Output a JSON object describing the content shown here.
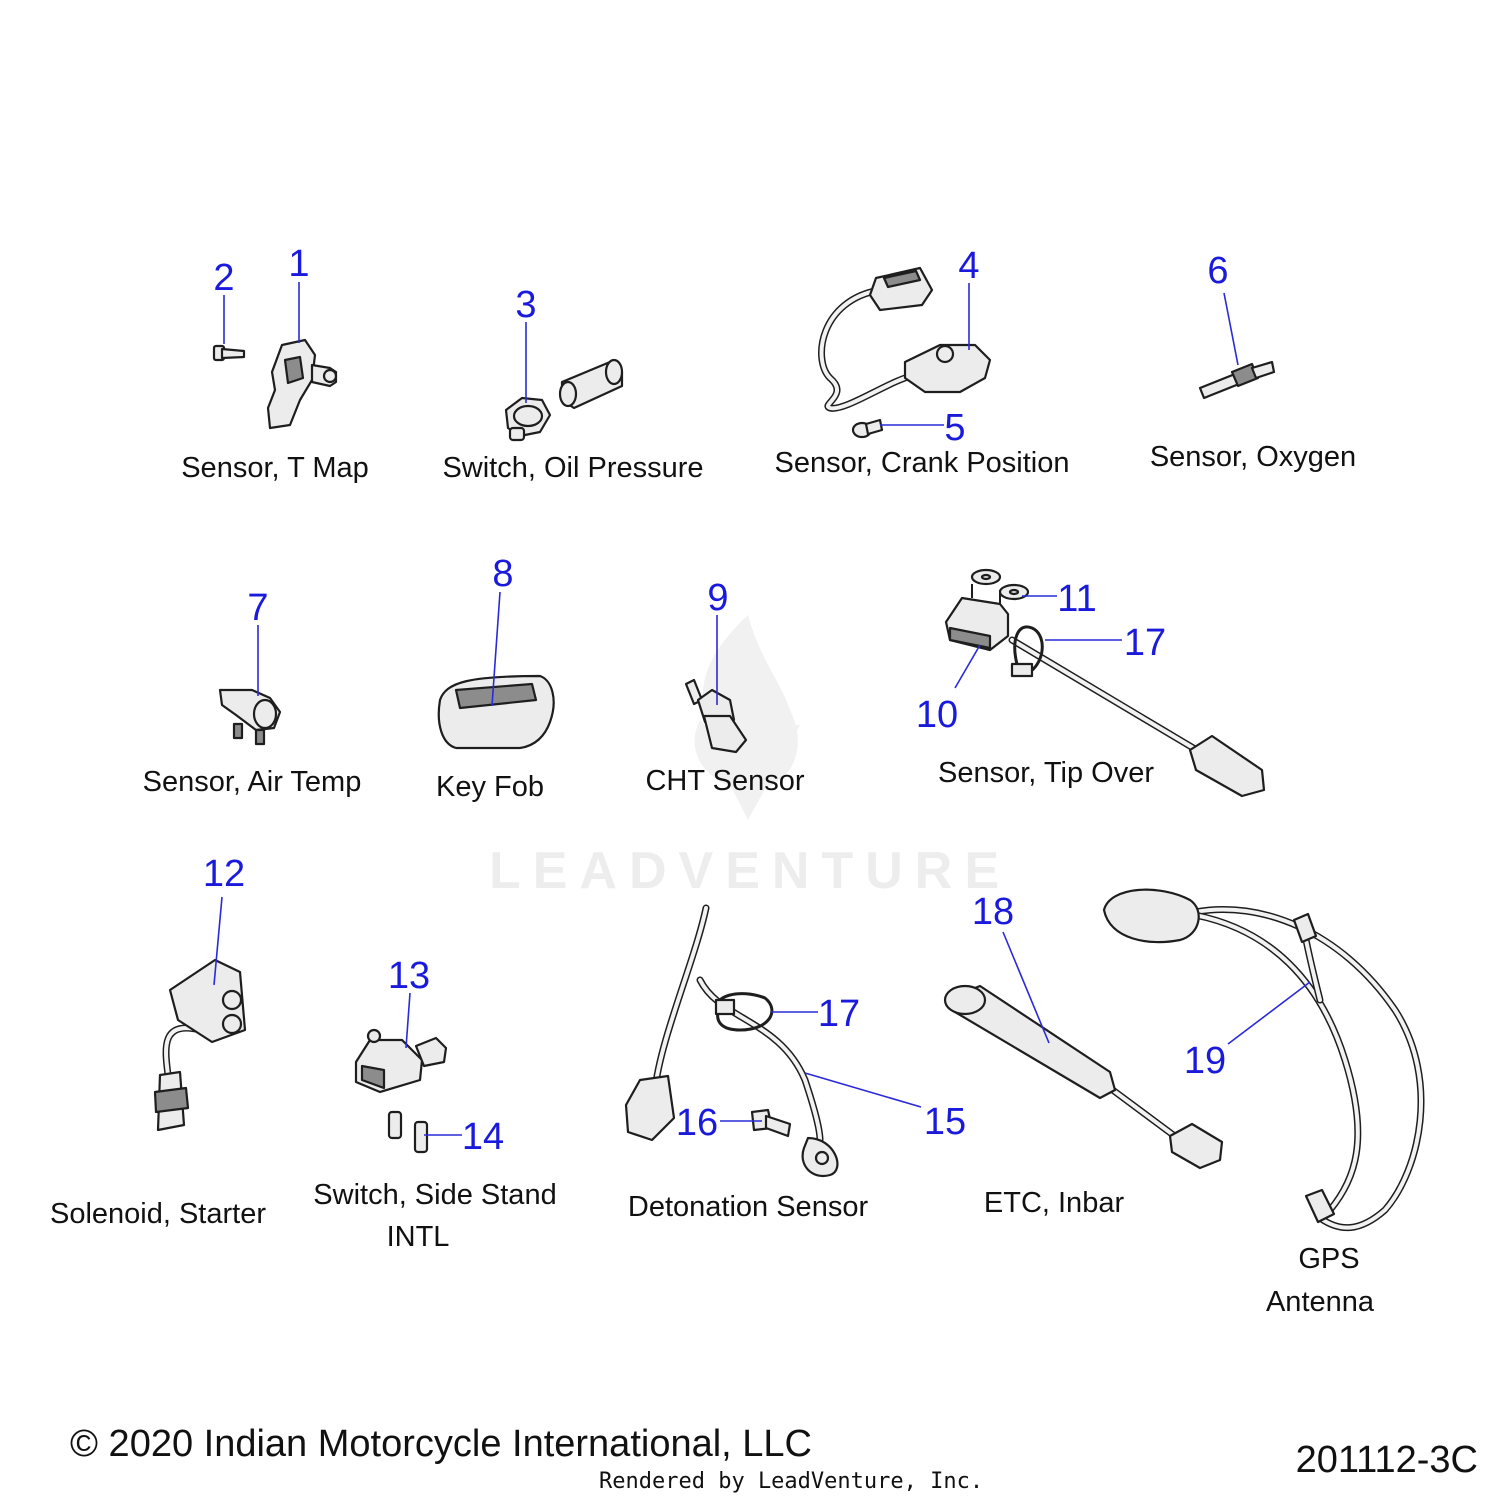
{
  "diagram": {
    "callouts": [
      {
        "id": "c1",
        "number": "1"
      },
      {
        "id": "c2",
        "number": "2"
      },
      {
        "id": "c3",
        "number": "3"
      },
      {
        "id": "c4",
        "number": "4"
      },
      {
        "id": "c5",
        "number": "5"
      },
      {
        "id": "c6",
        "number": "6"
      },
      {
        "id": "c7",
        "number": "7"
      },
      {
        "id": "c8",
        "number": "8"
      },
      {
        "id": "c9",
        "number": "9"
      },
      {
        "id": "c10",
        "number": "10"
      },
      {
        "id": "c11",
        "number": "11"
      },
      {
        "id": "c12",
        "number": "12"
      },
      {
        "id": "c13",
        "number": "13"
      },
      {
        "id": "c14",
        "number": "14"
      },
      {
        "id": "c15",
        "number": "15"
      },
      {
        "id": "c16",
        "number": "16"
      },
      {
        "id": "c17a",
        "number": "17"
      },
      {
        "id": "c17b",
        "number": "17"
      },
      {
        "id": "c18",
        "number": "18"
      },
      {
        "id": "c19",
        "number": "19"
      }
    ],
    "labels": {
      "t_map": "Sensor, T Map",
      "oil_pressure": "Switch, Oil Pressure",
      "crank_position": "Sensor, Crank Position",
      "oxygen": "Sensor, Oxygen",
      "air_temp": "Sensor, Air Temp",
      "key_fob": "Key Fob",
      "cht": "CHT Sensor",
      "tip_over": "Sensor, Tip Over",
      "solenoid": "Solenoid, Starter",
      "side_stand_1": "Switch, Side Stand",
      "side_stand_2": "INTL",
      "detonation": "Detonation Sensor",
      "etc_inbar": "ETC, Inbar",
      "gps_1": "GPS",
      "gps_2": "Antenna"
    },
    "watermark": "LEADVENTURE",
    "copyright": "© 2020 Indian Motorcycle International, LLC",
    "rendered_by": "Rendered by LeadVenture, Inc.",
    "diagram_id": "201112-3C",
    "colors": {
      "callout": "#1a1adc",
      "leader": "#2a2ad8",
      "label": "#111111",
      "watermark": "#ededed"
    }
  }
}
